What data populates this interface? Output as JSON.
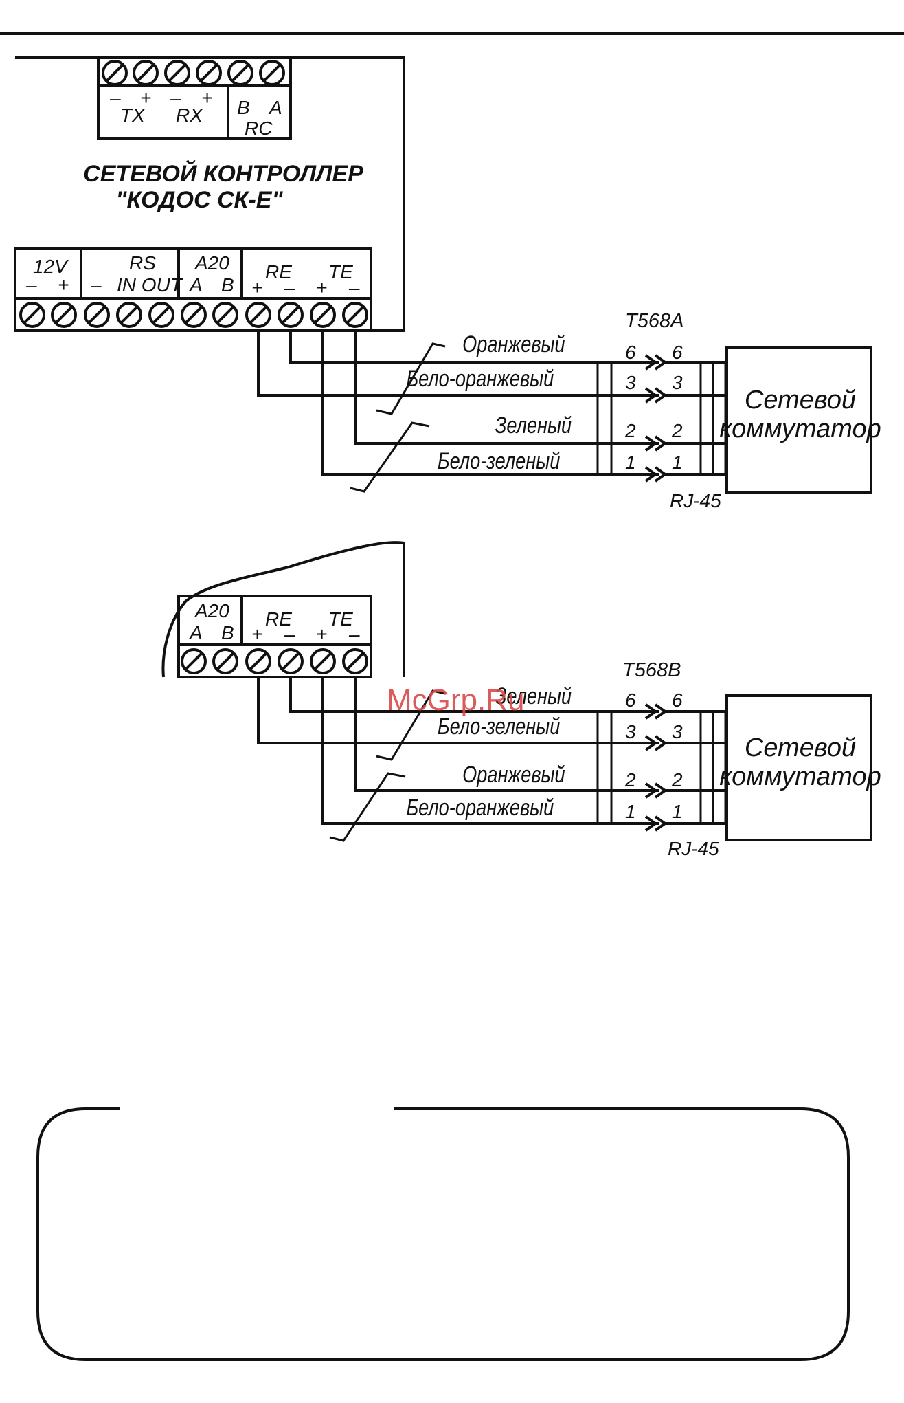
{
  "controller": {
    "title_line1": "СЕТЕВОЙ КОНТРОЛЛЕР",
    "title_line2": "\"КОДОС СК-Е\"",
    "top_terminals": {
      "tx_label": "TX",
      "rx_label": "RX",
      "tx_minus": "–",
      "tx_plus": "+",
      "rx_minus": "–",
      "rx_plus": "+",
      "b_label": "B",
      "a_label": "A",
      "rc_label": "RC"
    },
    "bottom_terminals": {
      "v12_label": "12V",
      "v12_minus": "–",
      "v12_plus": "+",
      "rs_label": "RS",
      "rs_minus": "–",
      "rs_in_out": "IN OUT",
      "a20_label": "A20",
      "a20_a": "A",
      "a20_b": "B",
      "re_label": "RE",
      "re_plus": "+",
      "re_minus": "–",
      "te_label": "TE",
      "te_plus": "+",
      "te_minus": "–"
    }
  },
  "diagram_a": {
    "standard": "T568A",
    "wires": [
      {
        "color_name": "Оранжевый",
        "pin_left": "6",
        "pin_right": "6"
      },
      {
        "color_name": "Бело-оранжевый",
        "pin_left": "3",
        "pin_right": "3"
      },
      {
        "color_name": "Зеленый",
        "pin_left": "2",
        "pin_right": "2"
      },
      {
        "color_name": "Бело-зеленый",
        "pin_left": "1",
        "pin_right": "1"
      }
    ],
    "connector": "RJ-45",
    "switch_line1": "Сетевой",
    "switch_line2": "коммутатор"
  },
  "diagram_b": {
    "standard": "T568B",
    "terminals": {
      "a20_label": "A20",
      "a20_a": "A",
      "a20_b": "B",
      "re_label": "RE",
      "re_plus": "+",
      "re_minus": "–",
      "te_label": "TE",
      "te_plus": "+",
      "te_minus": "–"
    },
    "wires": [
      {
        "color_name": "Зеленый",
        "pin_left": "6",
        "pin_right": "6"
      },
      {
        "color_name": "Бело-зеленый",
        "pin_left": "3",
        "pin_right": "3"
      },
      {
        "color_name": "Оранжевый",
        "pin_left": "2",
        "pin_right": "2"
      },
      {
        "color_name": "Бело-оранжевый",
        "pin_left": "1",
        "pin_right": "1"
      }
    ],
    "connector": "RJ-45",
    "switch_line1": "Сетевой",
    "switch_line2": "коммутатор"
  },
  "watermark": "McGrp.Ru"
}
